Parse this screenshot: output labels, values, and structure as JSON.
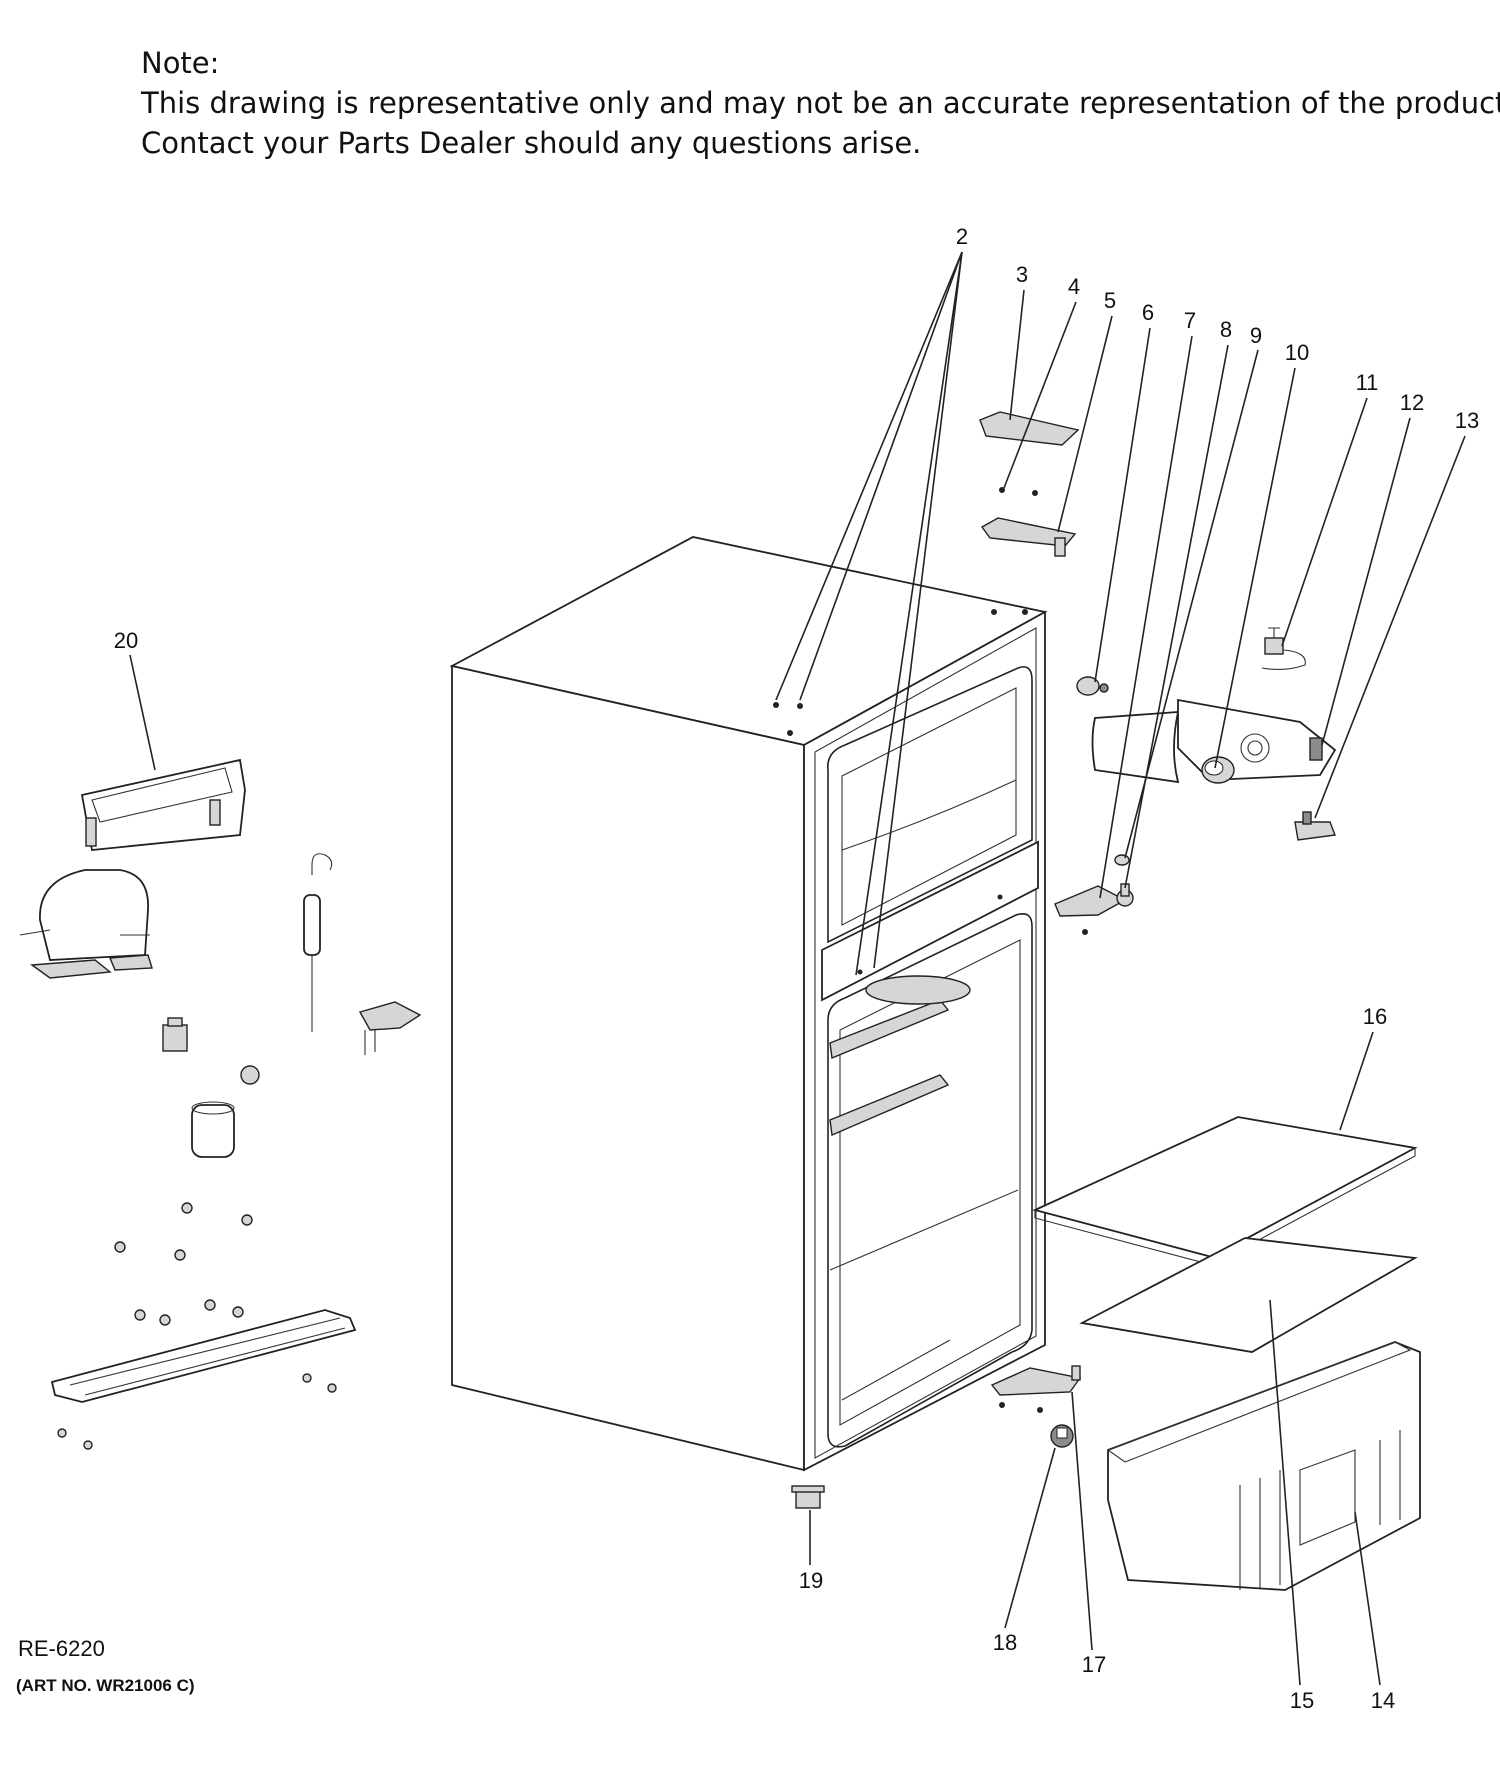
{
  "note": {
    "title": "Note:",
    "line1": "This drawing is representative only and may not be an accurate representation of the product.",
    "line2": "Contact your Parts Dealer should any questions arise."
  },
  "callouts": [
    "2",
    "3",
    "4",
    "5",
    "6",
    "7",
    "8",
    "9",
    "10",
    "11",
    "12",
    "13",
    "14",
    "15",
    "16",
    "17",
    "18",
    "19",
    "20"
  ],
  "footer": {
    "ref": "RE-6220",
    "art": "(ART NO. WR21006 C)"
  }
}
